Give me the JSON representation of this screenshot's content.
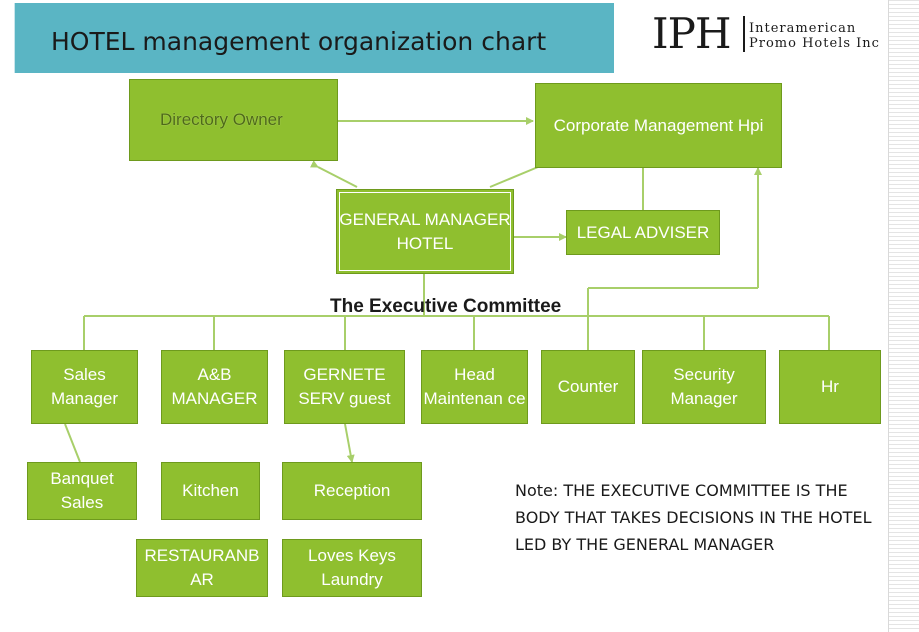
{
  "title": "HOTEL management organization chart",
  "logo": {
    "mark": "IPH",
    "line1": "Interamerican",
    "line2": "Promo Hotels Inc"
  },
  "nodes": {
    "directory_owner": "Directory Owner",
    "corporate_management": "Corporate Management Hpi",
    "general_manager": "GENERAL MANAGER HOTEL",
    "legal_adviser": "LEGAL ADVISER",
    "sales_manager": "Sales Manager",
    "ab_manager": "A&B MANAGER",
    "gernete_serv": "GERNETE SERV guest",
    "head_maintenance": "Head Maintenan ce",
    "counter": "Counter",
    "security_manager": "Security Manager",
    "hr": "Hr",
    "banquet_sales": "Banquet Sales",
    "kitchen": "Kitchen",
    "reception": "Reception",
    "restaurant_bar": "RESTAURANB AR",
    "loves_keys_laundry": "Loves Keys Laundry"
  },
  "executive_committee_label": "The Executive Committee",
  "note": "Note: THE EXECUTIVE COMMITTEE IS THE BODY THAT TAKES DECISIONS IN THE HOTEL LED BY THE GENERAL MANAGER",
  "colors": {
    "node_fill": "#8fbf2f",
    "title_bar": "#5ab5c4",
    "connector": "#a8cf6a"
  }
}
